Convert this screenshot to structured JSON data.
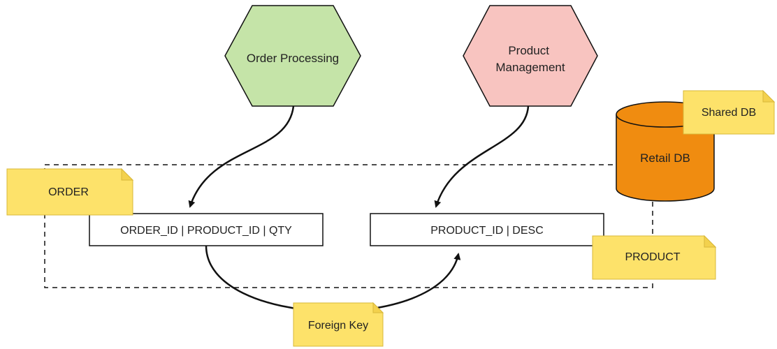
{
  "services": {
    "order_processing": {
      "label": "Order Processing",
      "color": "#c5e4a8"
    },
    "product_management": {
      "label_line1": "Product",
      "label_line2": "Management",
      "color": "#f8c4c0"
    }
  },
  "database": {
    "label": "Retail DB",
    "color": "#f08c10",
    "note": "Shared DB"
  },
  "tables": {
    "order": {
      "name": "ORDER",
      "columns": "ORDER_ID | PRODUCT_ID | QTY"
    },
    "product": {
      "name": "PRODUCT",
      "columns": "PRODUCT_ID | DESC"
    }
  },
  "relationship": {
    "label": "Foreign Key"
  },
  "colors": {
    "note_fill": "#fde26a",
    "note_fold": "#f3d14d",
    "stroke": "#111111"
  }
}
